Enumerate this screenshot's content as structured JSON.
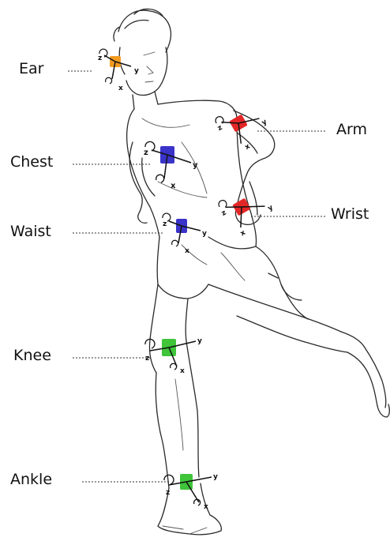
{
  "diagram": {
    "labels": {
      "ear": "Ear",
      "arm": "Arm",
      "chest": "Chest",
      "wrist": "Wrist",
      "waist": "Waist",
      "knee": "Knee",
      "ankle": "Ankle"
    },
    "axes": {
      "x": "x",
      "y": "y",
      "z": "z"
    },
    "sensor_colors": {
      "ear": "#f29a1f",
      "arm": "#e32626",
      "wrist": "#e32626",
      "chest": "#3a33c9",
      "waist": "#3a33c9",
      "knee": "#3fc43a",
      "ankle": "#3fc43a"
    }
  }
}
